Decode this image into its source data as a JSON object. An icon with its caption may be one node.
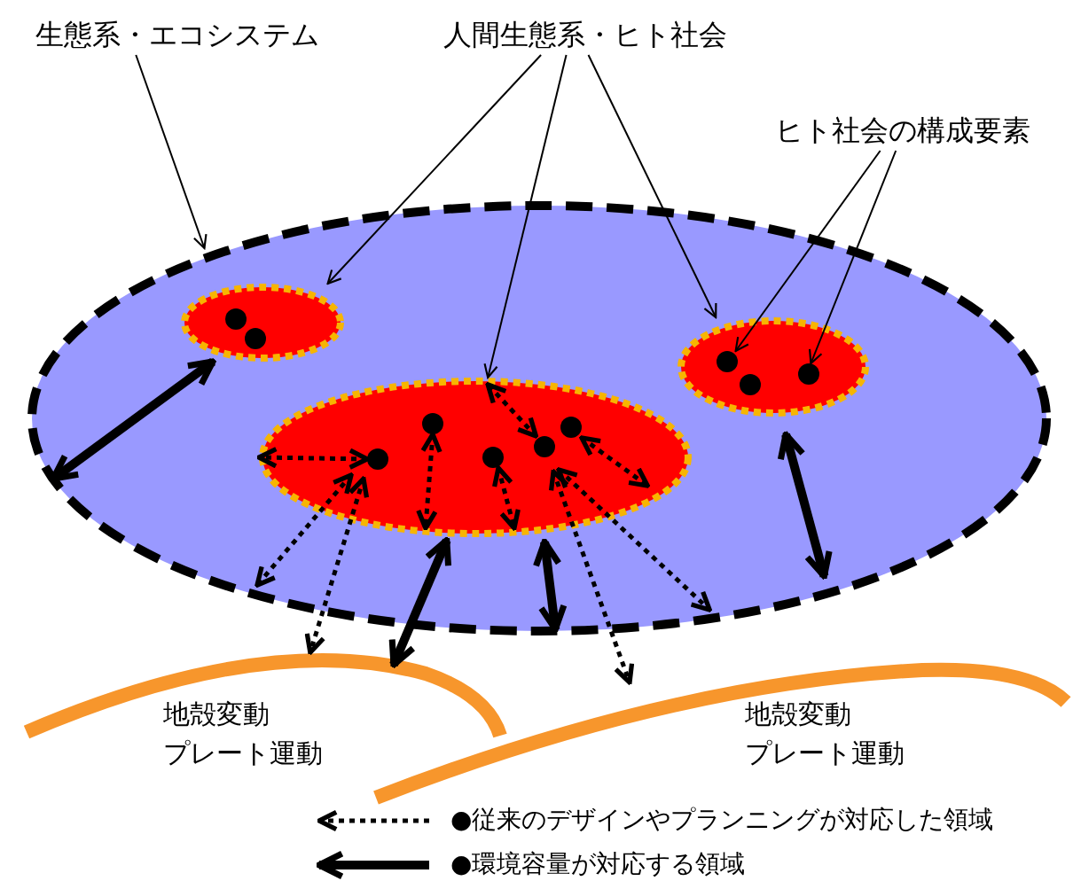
{
  "diagram": {
    "nodes": [
      {
        "text": [
          "生態系・エコシステム"
        ]
      },
      {
        "text": [
          "人間生態系・ヒト社会"
        ]
      },
      {
        "text": [
          "ヒト社会の構成要素"
        ]
      },
      {
        "text": [],
        "shape": "ellipse"
      },
      {
        "text": [],
        "shape": "ellipse",
        "in": 3
      },
      {
        "text": [],
        "shape": "ellipse",
        "in": 3
      },
      {
        "text": [],
        "shape": "ellipse",
        "in": 3
      },
      {
        "text": [],
        "shape": "circle",
        "in": 4
      },
      {
        "text": [],
        "shape": "circle",
        "in": 4
      },
      {
        "text": [],
        "shape": "circle",
        "in": 5
      },
      {
        "text": [],
        "shape": "circle",
        "in": 5
      },
      {
        "text": [],
        "shape": "circle",
        "in": 5
      },
      {
        "text": [],
        "shape": "circle",
        "in": 5
      },
      {
        "text": [],
        "shape": "circle",
        "in": 5
      },
      {
        "text": [],
        "shape": "circle",
        "in": 6
      },
      {
        "text": [],
        "shape": "circle",
        "in": 6
      },
      {
        "text": [],
        "shape": "circle",
        "in": 6
      },
      {
        "text": [],
        "shape": "arc"
      },
      {
        "text": [],
        "shape": "arc"
      }
    ],
    "edges": [
      {
        "from": 0,
        "to": 3,
        "arrow": "to"
      },
      {
        "from": 1,
        "to": 4,
        "arrow": "to"
      },
      {
        "from": 1,
        "to": 5,
        "arrow": "to"
      },
      {
        "from": 1,
        "to": 6,
        "arrow": "to"
      },
      {
        "from": 2,
        "to": 14,
        "arrow": "to"
      },
      {
        "from": 2,
        "to": 16,
        "arrow": "to"
      },
      {
        "from": 4,
        "to": 3,
        "arrow": "both",
        "style": "thick"
      },
      {
        "from": 6,
        "to": 3,
        "arrow": "both",
        "style": "thick"
      },
      {
        "from": 5,
        "to": 17,
        "arrow": "both",
        "style": "thick"
      },
      {
        "from": 5,
        "to": 3,
        "arrow": "both",
        "style": "thick"
      },
      {
        "from": 10,
        "to": 5,
        "arrow": "both",
        "style": "dashed"
      },
      {
        "from": 9,
        "to": 5,
        "arrow": "both",
        "style": "dashed"
      },
      {
        "from": 11,
        "to": 5,
        "arrow": "both",
        "style": "dashed"
      },
      {
        "from": 12,
        "to": 5,
        "arrow": "both",
        "style": "dashed"
      },
      {
        "from": 13,
        "to": 5,
        "arrow": "both",
        "style": "dashed"
      },
      {
        "from": 10,
        "to": 3,
        "arrow": "both",
        "style": "dashed"
      },
      {
        "from": 10,
        "to": 17,
        "arrow": "both",
        "style": "dashed"
      },
      {
        "from": 12,
        "to": 3,
        "arrow": "both",
        "style": "dashed"
      },
      {
        "from": 12,
        "to": 18,
        "arrow": "both",
        "style": "dashed"
      }
    ],
    "labels": [
      "地殻変動",
      "プレート運動",
      "地殻変動",
      "プレート運動"
    ],
    "legend": [
      {
        "text": "●従来のデザインやプランニングが対応した領域"
      },
      {
        "text": "●環境容量が対応する領域"
      }
    ]
  }
}
